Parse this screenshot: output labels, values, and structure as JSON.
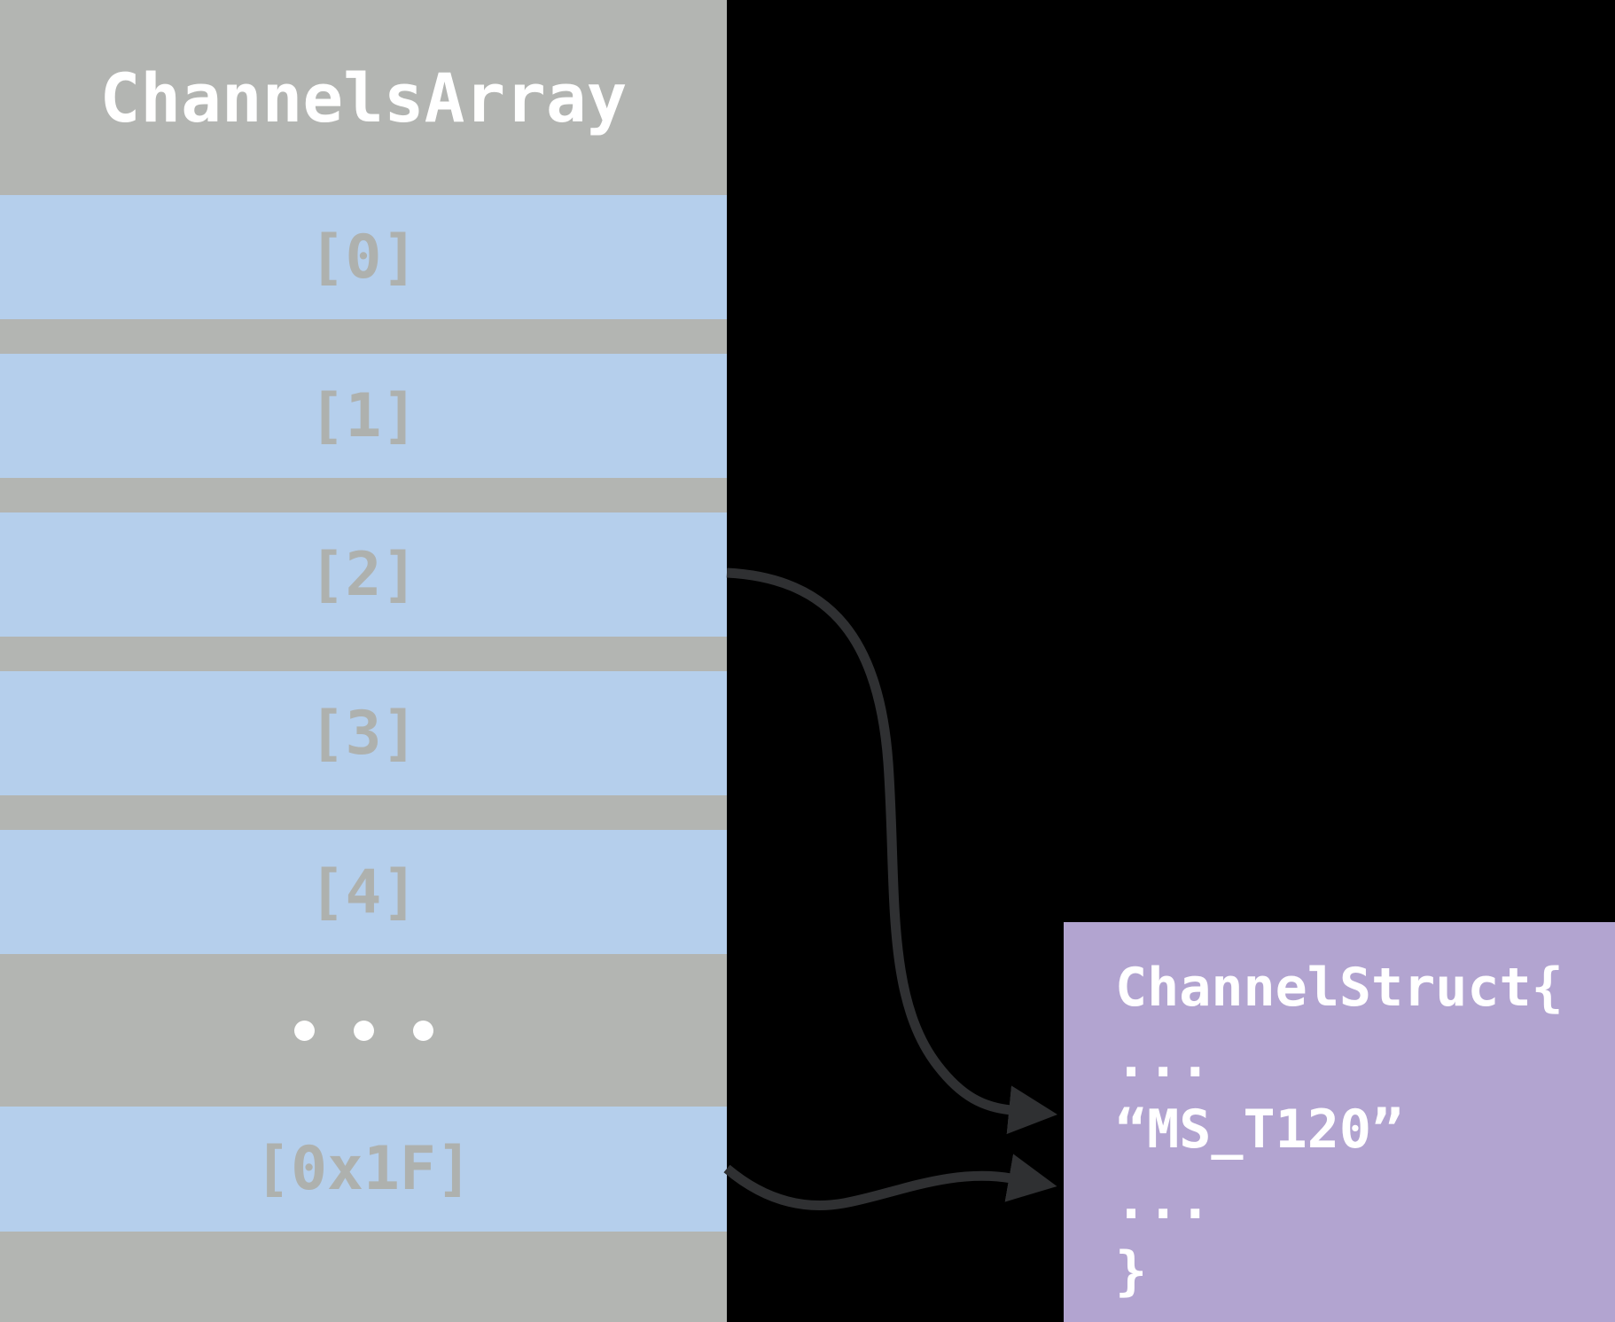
{
  "diagram": {
    "title": "ChannelsArray",
    "array": {
      "slots": [
        "[0]",
        "[1]",
        "[2]",
        "[3]",
        "[4]",
        "[0x1F]"
      ],
      "ellipsis": "..."
    },
    "struct": {
      "lines": [
        "ChannelStruct{",
        "...",
        "“MS_T120”",
        "...",
        "}"
      ]
    },
    "arrows": [
      {
        "from": "slot [2]",
        "to": "ChannelStruct"
      },
      {
        "from": "slot [0x1F]",
        "to": "ChannelStruct"
      }
    ],
    "colors": {
      "background": "#000000",
      "column_gray": "#b3b5b2",
      "slot_blue": "#b5cfec",
      "struct_purple": "#b2a4d0",
      "arrow_dark": "#2f3032",
      "slot_label_gray": "#aeb1ae",
      "text_white": "#ffffff"
    }
  }
}
